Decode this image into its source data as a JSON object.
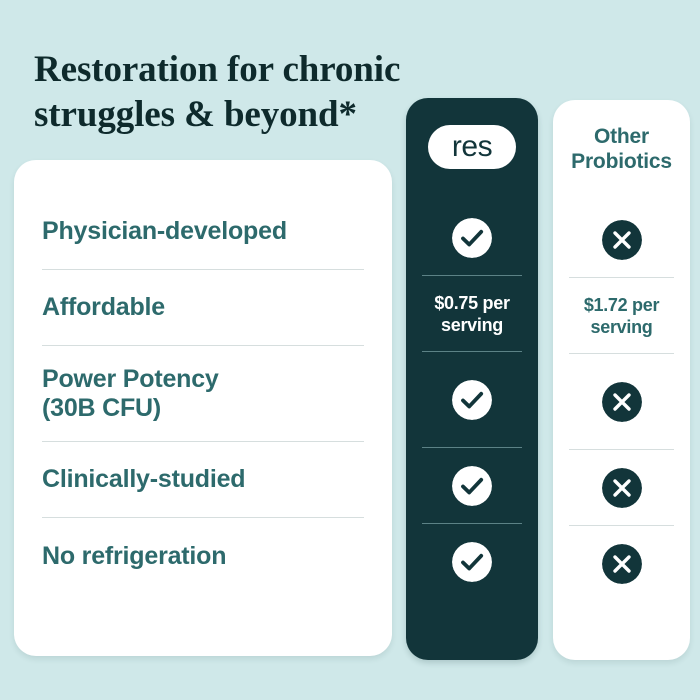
{
  "headline": {
    "line1": "Restoration for chronic",
    "line2": "struggles & beyond*"
  },
  "colors": {
    "background": "#cfe8e9",
    "dark_teal": "#12353a",
    "teal_text": "#2d6a6c",
    "card_white": "#ffffff",
    "divider": "#d6dede",
    "divider_dark": "#5c8286"
  },
  "features": [
    {
      "label": "Physician-developed"
    },
    {
      "label": "Affordable"
    },
    {
      "label": "Power Potency\n(30B CFU)"
    },
    {
      "label": "Clinically-studied"
    },
    {
      "label": "No refrigeration"
    }
  ],
  "columns": [
    {
      "key": "res",
      "header_type": "logo",
      "header_label": "res",
      "cells": [
        {
          "type": "check",
          "icon": "check-circle-icon"
        },
        {
          "type": "text",
          "value": "$0.75 per serving"
        },
        {
          "type": "check",
          "icon": "check-circle-icon"
        },
        {
          "type": "check",
          "icon": "check-circle-icon"
        },
        {
          "type": "check",
          "icon": "check-circle-icon"
        }
      ]
    },
    {
      "key": "other_probiotics",
      "header_type": "text",
      "header_label": "Other Probiotics",
      "header_line1": "Other",
      "header_line2": "Probiotics",
      "cells": [
        {
          "type": "cross",
          "icon": "x-circle-icon"
        },
        {
          "type": "text",
          "value": "$1.72 per serving"
        },
        {
          "type": "cross",
          "icon": "x-circle-icon"
        },
        {
          "type": "cross",
          "icon": "x-circle-icon"
        },
        {
          "type": "cross",
          "icon": "x-circle-icon"
        }
      ]
    }
  ],
  "comparison_table": {
    "row_labels": [
      "Physician-developed",
      "Affordable",
      "Power Potency (30B CFU)",
      "Clinically-studied",
      "No refrigeration"
    ],
    "res_values": [
      "yes",
      "$0.75 per serving",
      "yes",
      "yes",
      "yes"
    ],
    "other_values": [
      "no",
      "$1.72 per serving",
      "no",
      "no",
      "no"
    ]
  }
}
